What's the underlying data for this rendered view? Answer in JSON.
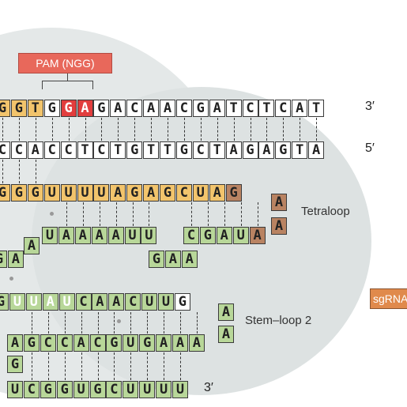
{
  "pam_label": "PAM (NGG)",
  "tetraloop_label": "Tetraloop",
  "stemloop2_label": "Stem–loop 2",
  "sgrna_label": "sgRNA",
  "prime_3": "3′",
  "prime_5": "5′",
  "colors": {
    "white": "#ffffff",
    "orange": "#f2c46c",
    "red": "#e23d3d",
    "green": "#b8d799",
    "brown": "#b98362",
    "background": "#dfe4e4"
  },
  "rows": [
    {
      "id": "dna-top",
      "seq": [
        "G",
        "G",
        "T",
        "G",
        "G",
        "A",
        "G",
        "A",
        "C",
        "A",
        "A",
        "C",
        "G",
        "A",
        "T",
        "C",
        "T",
        "C",
        "A",
        "T"
      ],
      "colors": "ooowrrwwwwwwwwwwwwww"
    },
    {
      "id": "dna-bottom",
      "seq": [
        "C",
        "C",
        "A",
        "C",
        "C",
        "T",
        "C",
        "T",
        "G",
        "T",
        "T",
        "G",
        "C",
        "T",
        "A",
        "G",
        "A",
        "G",
        "T",
        "A"
      ],
      "colors": "wwwwwwwwwwwwwwwwwwww"
    },
    {
      "id": "rna-guide",
      "seq": [
        "G",
        "G",
        "G",
        "U",
        "U",
        "U",
        "U",
        "A",
        "G",
        "A",
        "G",
        "C",
        "U",
        "A",
        "G"
      ],
      "colors": "ooooooooooooooobr"
    },
    {
      "id": "tetraloop-A1",
      "seq": [
        "A"
      ],
      "colors": "br"
    },
    {
      "id": "tetraloop-A2",
      "seq": [
        "A"
      ],
      "colors": "br"
    },
    {
      "id": "rna-repeat-upper",
      "seq": [
        "U",
        "A",
        "A",
        "A",
        "A",
        "U",
        "U"
      ],
      "colors": "ggggggg"
    },
    {
      "id": "rna-repeat-upper-right",
      "seq": [
        "C",
        "G",
        "A",
        "U",
        "A"
      ],
      "colors": "ggggb"
    },
    {
      "id": "rna-bulge-A",
      "seq": [
        "A"
      ],
      "colors": "g"
    },
    {
      "id": "rna-lower-left",
      "seq": [
        "G",
        "A"
      ],
      "colors": "gg"
    },
    {
      "id": "rna-lower-gaa",
      "seq": [
        "G",
        "A",
        "A"
      ],
      "colors": "ggg"
    },
    {
      "id": "stem2-top",
      "seq": [
        "G",
        "U",
        "U",
        "A",
        "U",
        "C",
        "A",
        "A",
        "C",
        "U",
        "U",
        "G"
      ],
      "colors": "gllllgggggg"
    },
    {
      "id": "stem2-loop-A1",
      "seq": [
        "A"
      ],
      "colors": "g"
    },
    {
      "id": "stem2-loop-A2",
      "seq": [
        "A"
      ],
      "colors": "g"
    },
    {
      "id": "stem2-bottom",
      "seq": [
        "A",
        "G",
        "C",
        "C",
        "A",
        "C",
        "G",
        "U",
        "G",
        "A",
        "A",
        "A"
      ],
      "colors": "gggggggggggg"
    },
    {
      "id": "stem3-G",
      "seq": [
        "G"
      ],
      "colors": "g"
    },
    {
      "id": "stem3-bottom",
      "seq": [
        "U",
        "C",
        "G",
        "G",
        "U",
        "G",
        "C",
        "U",
        "U",
        "U",
        "U"
      ],
      "colors": "ggggggggggg"
    }
  ]
}
